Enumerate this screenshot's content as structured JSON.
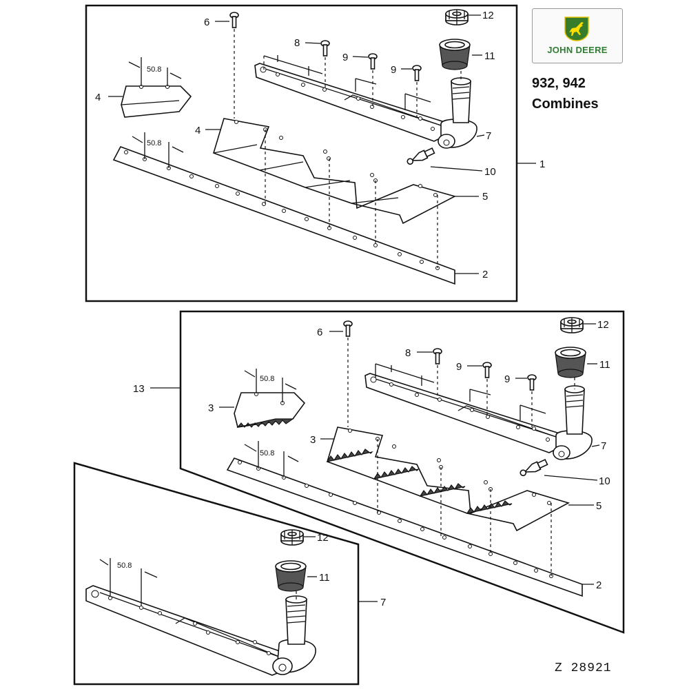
{
  "brand": {
    "name": "JOHN DEERE",
    "colors": {
      "green": "#367c2b",
      "yellow": "#ffde00"
    },
    "logo_icon": "leaping-deer-icon"
  },
  "heading": {
    "models": "932, 942",
    "product": "Combines"
  },
  "drawing_number": "Z  28921",
  "dimension_label": "50.8",
  "callouts": {
    "c1": "1",
    "c2": "2",
    "c3": "3",
    "c4": "4",
    "c5": "5",
    "c6": "6",
    "c7": "7",
    "c8": "8",
    "c9": "9",
    "c10": "10",
    "c11": "11",
    "c12": "12",
    "c13": "13"
  }
}
